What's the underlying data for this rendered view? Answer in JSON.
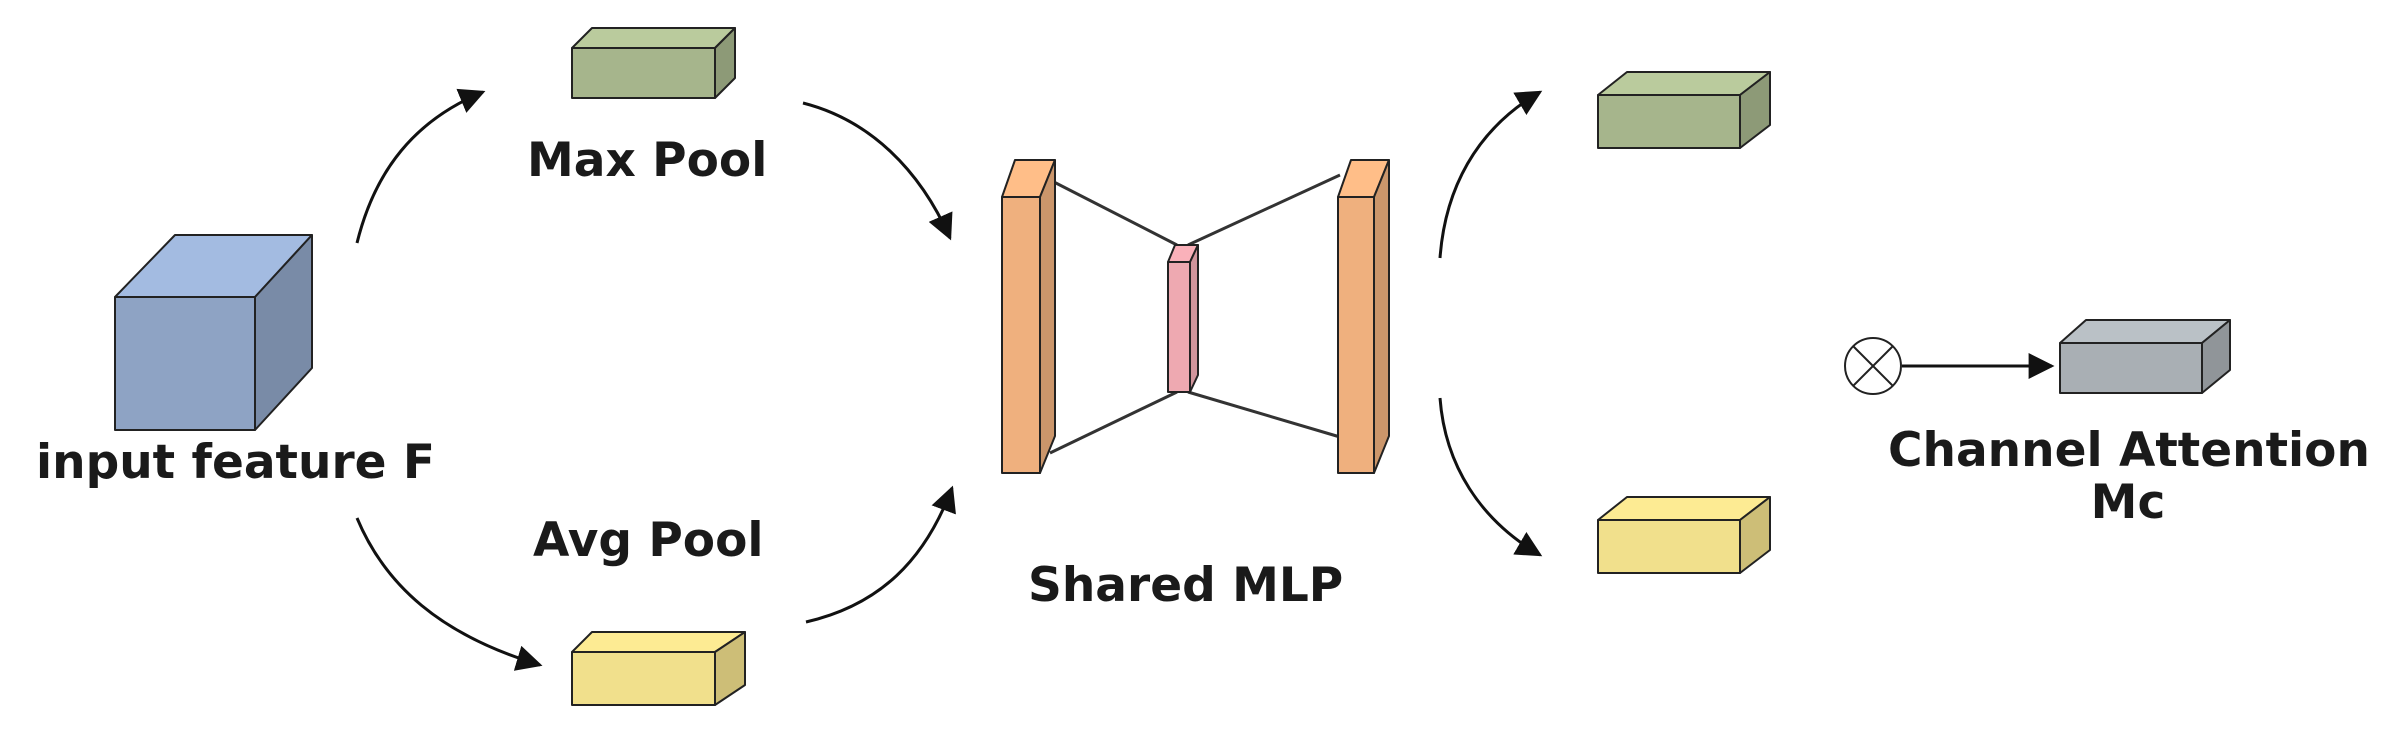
{
  "labels": {
    "input": "input feature F",
    "max_pool": "Max Pool",
    "avg_pool": "Avg Pool",
    "shared_mlp": "Shared MLP",
    "output_line1": "Channel Attention",
    "output_line2": "Mc"
  },
  "colors": {
    "input_cube": "#8ea3c4",
    "max_pool_block": "#a6b58c",
    "avg_pool_block": "#f1e08c",
    "mlp_layer": "#efb07e",
    "mlp_hidden": "#eea9b1",
    "output_block": "#a9afb4",
    "stroke": "#222222"
  },
  "icons": {
    "multiply": "circled-times-icon"
  }
}
